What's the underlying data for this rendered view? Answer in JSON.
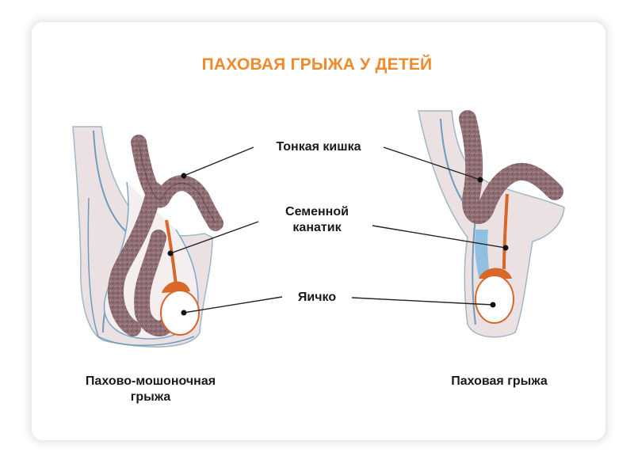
{
  "title": "ПАХОВАЯ ГРЫЖА У ДЕТЕЙ",
  "labels": {
    "small_intestine": "Тонкая кишка",
    "spermatic_cord_line1": "Семенной",
    "spermatic_cord_line2": "канатик",
    "testicle": "Яичко"
  },
  "captions": {
    "left_line1": "Пахово-мошоночная",
    "left_line2": "грыжа",
    "right": "Паховая грыжа"
  },
  "colors": {
    "title": "#ef8a2d",
    "intestine": "#8a6a6e",
    "cord": "#d8672a",
    "fluid": "#8fc0e0"
  }
}
